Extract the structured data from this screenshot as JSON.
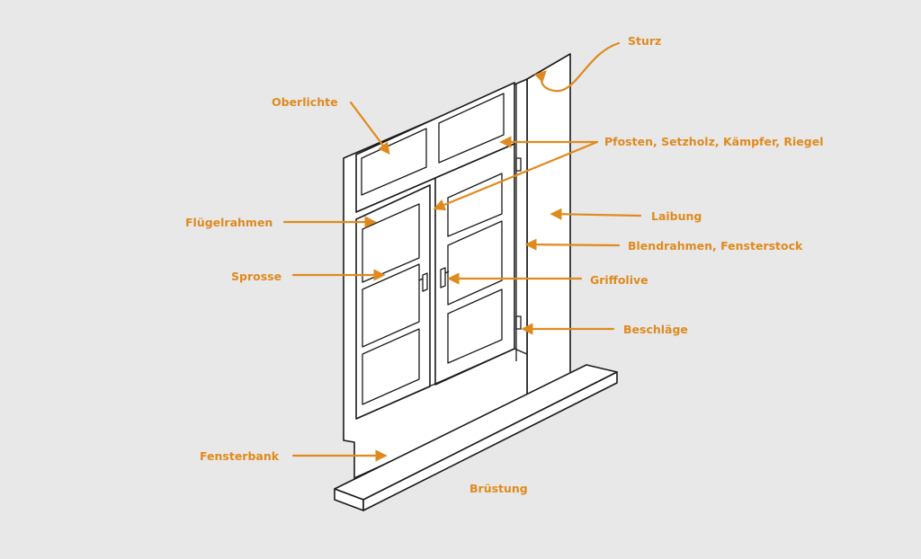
{
  "colors": {
    "background": "#e8e8e8",
    "accent": "#e08a1e",
    "line": "#1a1a1a",
    "fill": "#ffffff"
  },
  "labels": {
    "sturz": "Sturz",
    "oberlichte": "Oberlichte",
    "pfosten": "Pfosten, Setzholz, Kämpfer, Riegel",
    "fluegelrahmen": "Flügelrahmen",
    "laibung": "Laibung",
    "blendrahmen": "Blendrahmen, Fensterstock",
    "sprosse": "Sprosse",
    "griffolive": "Griffolive",
    "beschlaege": "Beschläge",
    "fensterbank": "Fensterbank",
    "bruestung": "Brüstung"
  }
}
